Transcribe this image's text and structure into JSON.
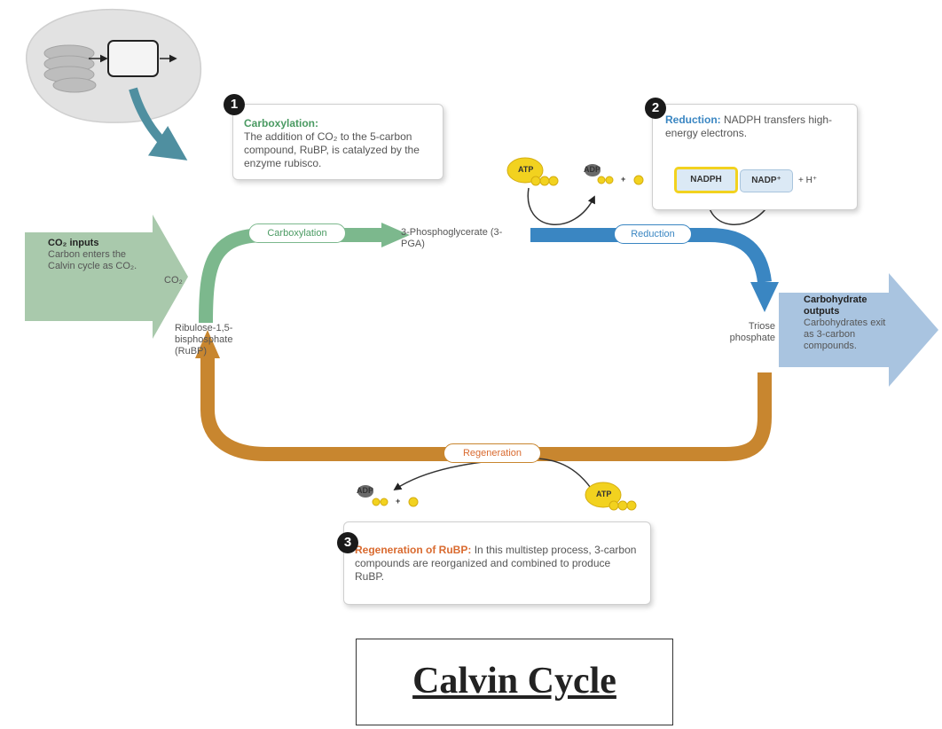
{
  "colors": {
    "carboxylation": "#7cb88d",
    "reduction": "#3a86c2",
    "regeneration": "#c8862f",
    "input_arrow": "#a9c9ac",
    "output_arrow": "#a9c4e0",
    "chloroplast": "#e2e2e2",
    "atp_yellow": "#f2d21f"
  },
  "callouts": {
    "step1": {
      "number": "1",
      "heading": "Carboxylation:",
      "body": "The addition of CO₂ to the 5-carbon compound, RuBP, is catalyzed by the enzyme rubisco."
    },
    "step2": {
      "number": "2",
      "heading": "Reduction:",
      "body": "NADPH transfers high-energy electrons."
    },
    "step3": {
      "number": "3",
      "heading": "Regeneration of RuBP:",
      "body": "In this multistep process, 3-carbon compounds are reorganized and combined to produce RuBP."
    }
  },
  "pills": {
    "carboxylation": "Carboxylation",
    "reduction": "Reduction",
    "regeneration": "Regeneration"
  },
  "labels": {
    "pga": "3-Phosphoglycerate (3-PGA)",
    "co2": "CO₂",
    "rubp": "Ribulose-1,5-bisphosphate (RuBP)",
    "triose": "Triose phosphate"
  },
  "input": {
    "title": "CO₂ inputs",
    "body": "Carbon enters the Calvin cycle as CO₂."
  },
  "output": {
    "title": "Carbohydrate outputs",
    "body": "Carbohydrates exit as 3-carbon compounds."
  },
  "molecules": {
    "atp": "ATP",
    "adp": "ADP",
    "plus": "+",
    "nadph": "NADPH",
    "nadp": "NADP⁺",
    "h_plus": "+ H⁺"
  },
  "caption": "Calvin Cycle"
}
